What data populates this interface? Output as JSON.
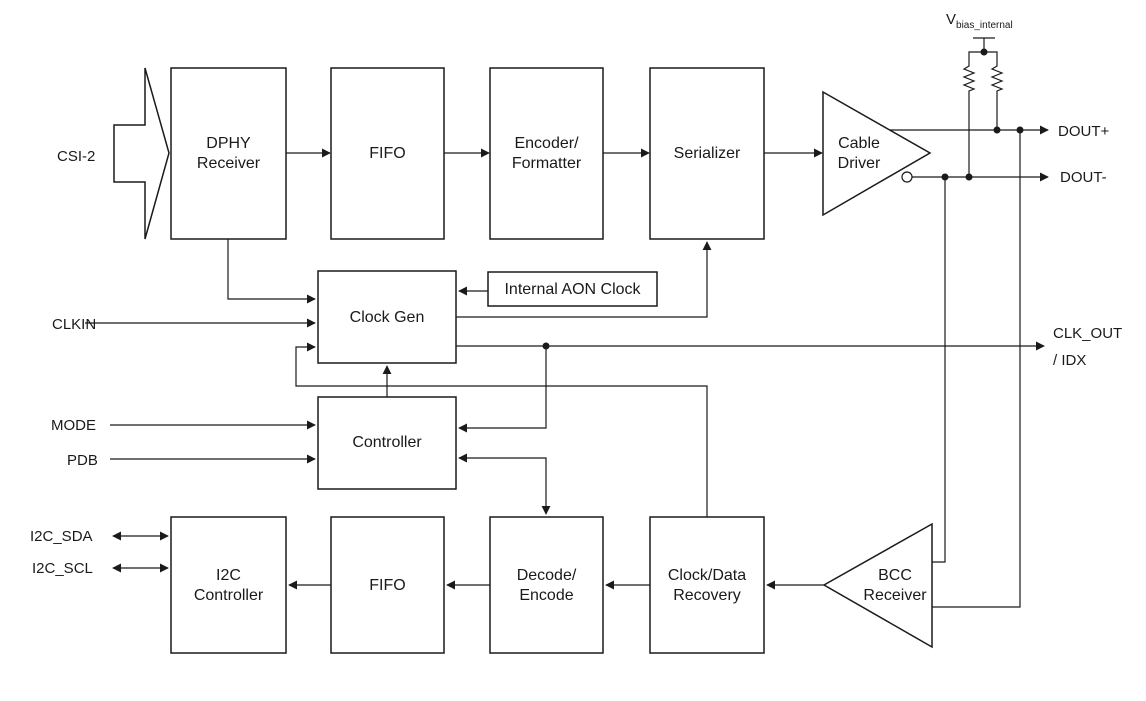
{
  "inputs": {
    "csi2": "CSI-2",
    "clkin": "CLKIN",
    "mode": "MODE",
    "pdb": "PDB",
    "i2c_sda": "I2C_SDA",
    "i2c_scl": "I2C_SCL"
  },
  "outputs": {
    "dout_plus": "DOUT+",
    "dout_minus": "DOUT-",
    "clk_out_line1": "CLK_OUT",
    "clk_out_line2": "/ IDX"
  },
  "vbias": {
    "main": "V",
    "subscript": "bias_internal"
  },
  "blocks": {
    "dphy_line1": "DPHY",
    "dphy_line2": "Receiver",
    "fifo_tx": "FIFO",
    "encoder_line1": "Encoder/",
    "encoder_line2": "Formatter",
    "serializer": "Serializer",
    "cable_line1": "Cable",
    "cable_line2": "Driver",
    "aon_clock": "Internal AON Clock",
    "clock_gen": "Clock Gen",
    "controller": "Controller",
    "i2c_line1": "I2C",
    "i2c_line2": "Controller",
    "fifo_rx": "FIFO",
    "decode_line1": "Decode/",
    "decode_line2": "Encode",
    "cdr_line1": "Clock/Data",
    "cdr_line2": "Recovery",
    "bcc_line1": "BCC",
    "bcc_line2": "Receiver"
  }
}
